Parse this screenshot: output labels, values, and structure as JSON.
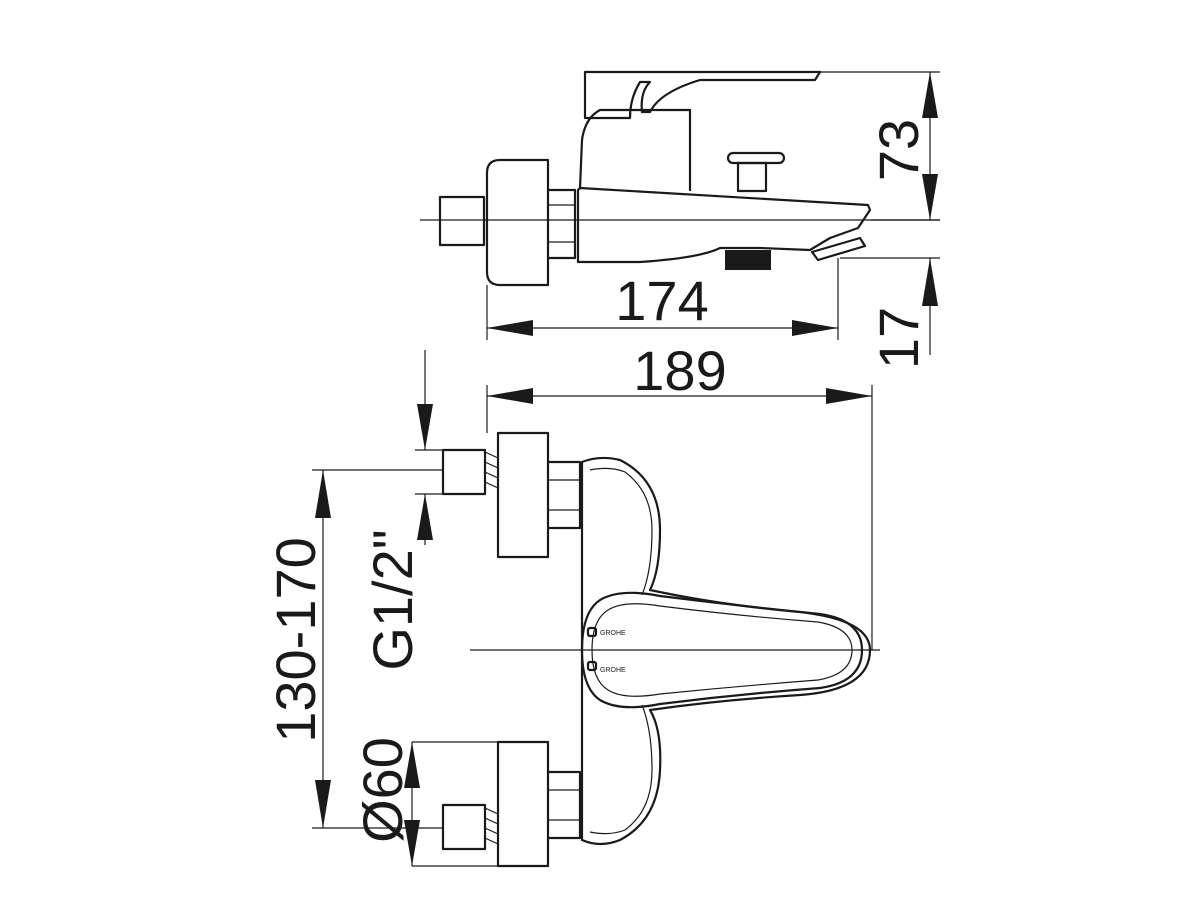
{
  "dimensions": {
    "side_height": "73",
    "side_length": "174",
    "side_spout_drop": "17",
    "top_length": "189",
    "connection_thread": "G1/2\"",
    "centre_distance": "130-170",
    "rosette_diameter": "Ø60"
  },
  "brand_mark": "GROHE"
}
